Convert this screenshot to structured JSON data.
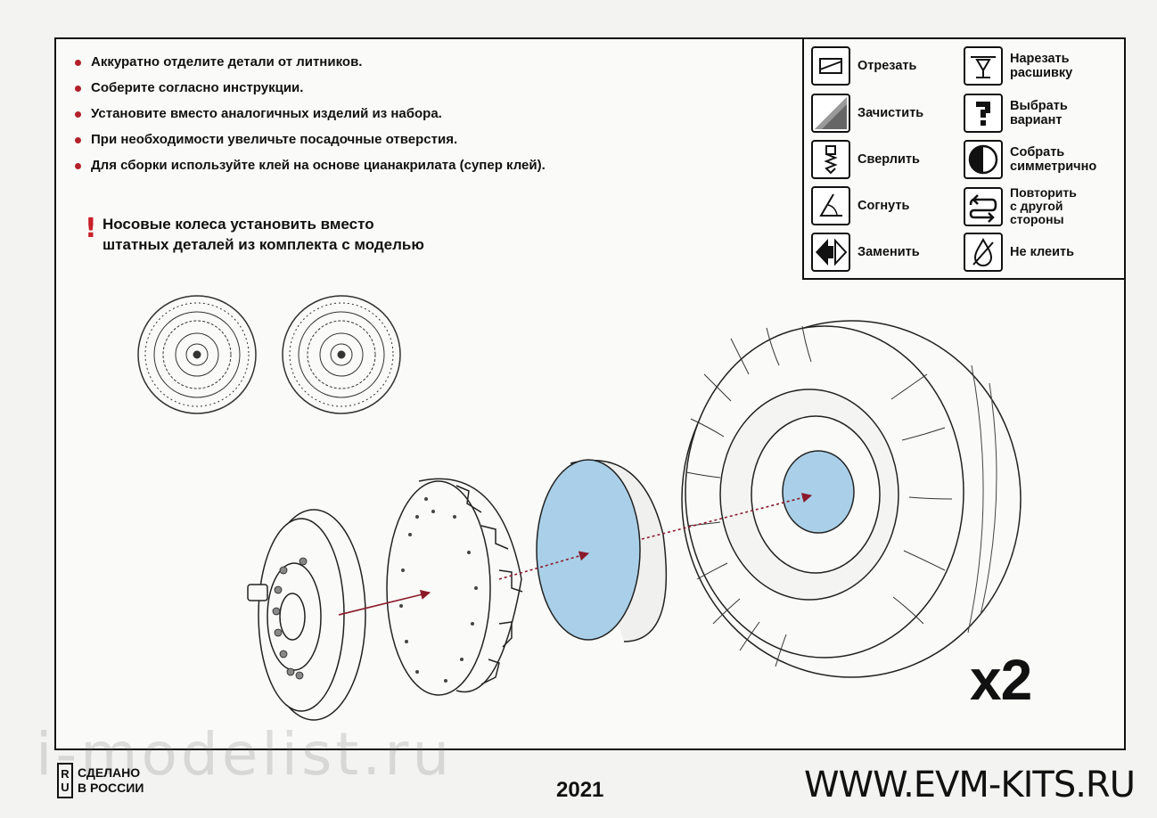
{
  "notes": [
    "Аккуратно отделите детали от литников.",
    "Соберите согласно инструкции.",
    "Установите вместо аналогичных изделий из набора.",
    "При необходимости увеличьте посадочные отверстия.",
    "Для сборки используйте клей на основе цианакрилата (супер клей)."
  ],
  "warning": {
    "mark": "!",
    "line1": "Носовые колеса установить вместо",
    "line2": "штатных деталей из комплекта с моделью"
  },
  "legend": {
    "left": [
      {
        "icon": "cut-icon",
        "label": "Отрезать"
      },
      {
        "icon": "sand-icon",
        "label": "Зачистить"
      },
      {
        "icon": "drill-icon",
        "label": "Сверлить"
      },
      {
        "icon": "bend-icon",
        "label": "Согнуть"
      },
      {
        "icon": "replace-icon",
        "label": "Заменить"
      }
    ],
    "right": [
      {
        "icon": "scribe-icon",
        "label": "Нарезать\nрасшивку"
      },
      {
        "icon": "question-icon",
        "label": "Выбрать\nвариант"
      },
      {
        "icon": "symmetric-icon",
        "label": "Собрать\nсимметрично"
      },
      {
        "icon": "repeat-icon",
        "label": "Повторить\nс другой\nстороны"
      },
      {
        "icon": "no-glue-icon",
        "label": "Не клеить"
      }
    ]
  },
  "quantity": "x2",
  "watermark": "i-modelist.ru",
  "footer": {
    "ru_letters": [
      "R",
      "U"
    ],
    "made_line1": "СДЕЛАНО",
    "made_line2": "В РОССИИ",
    "year": "2021",
    "website": "WWW.EVM-KITS.RU"
  },
  "colors": {
    "accent_red": "#b3202a",
    "arrow_red": "#8b1a2b",
    "highlight_blue": "#a9d0e8"
  }
}
